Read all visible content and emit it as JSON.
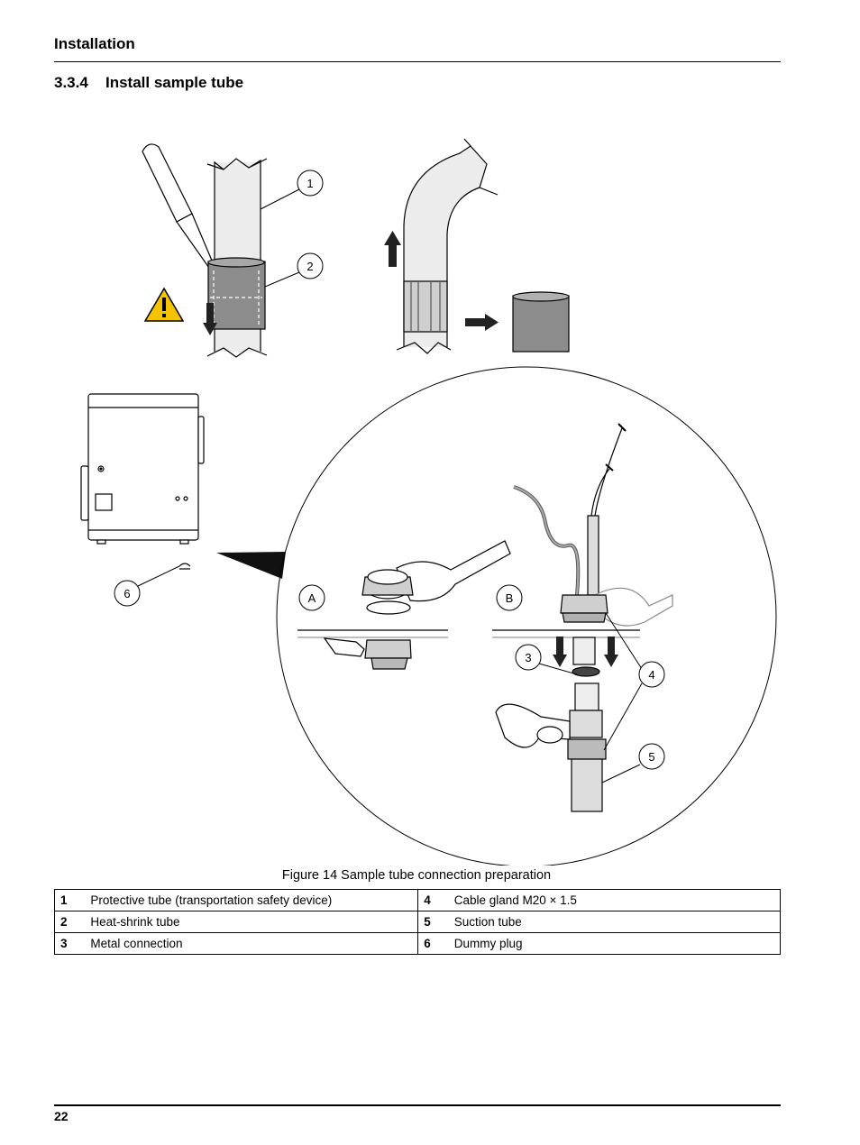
{
  "header": {
    "title": "Installation"
  },
  "section": {
    "number": "3.3.4",
    "title": "Install sample tube"
  },
  "figure": {
    "caption": "Figure 14 Sample tube connection preparation",
    "callouts": [
      "1",
      "2",
      "3",
      "4",
      "5",
      "6"
    ],
    "panel_labels": [
      "A",
      "B"
    ]
  },
  "legend": [
    {
      "left_num": "1",
      "left_text": "Protective tube (transportation safety device)",
      "right_num": "4",
      "right_text": "Cable gland M20 × 1.5"
    },
    {
      "left_num": "2",
      "left_text": "Heat-shrink tube",
      "right_num": "5",
      "right_text": "Suction tube"
    },
    {
      "left_num": "3",
      "left_text": "Metal connection",
      "right_num": "6",
      "right_text": "Dummy plug"
    }
  ],
  "footer": {
    "page_number": "22"
  },
  "colors": {
    "warning_yellow": "#f5c400",
    "tube_gray": "#e8e8e8",
    "sleeve_gray": "#888888"
  }
}
